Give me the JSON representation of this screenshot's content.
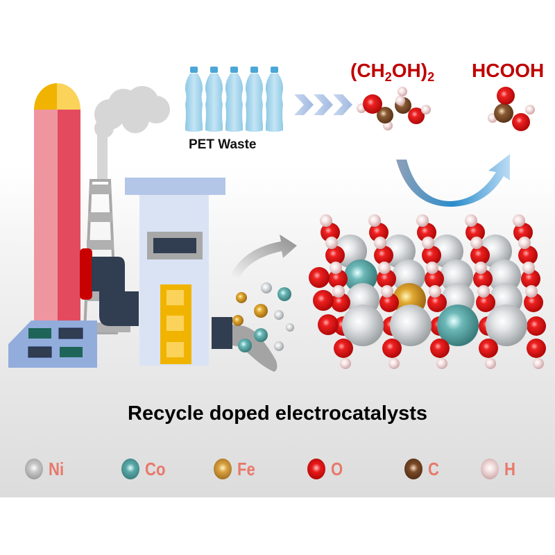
{
  "labels": {
    "pet_waste": "PET Waste",
    "ethylene_glycol_prefix": "(CH",
    "ethylene_glycol_sub1": "2",
    "ethylene_glycol_mid": "OH)",
    "ethylene_glycol_sub2": "2",
    "formic_acid": "HCOOH",
    "title": "Recycle doped electrocatalysts"
  },
  "legend": [
    {
      "symbol": "Ni",
      "color": "#b8b8b8"
    },
    {
      "symbol": "Co",
      "color": "#4fa3a3"
    },
    {
      "symbol": "Fe",
      "color": "#d39a3a"
    },
    {
      "symbol": "O",
      "color": "#e01818"
    },
    {
      "symbol": "C",
      "color": "#7a4a28"
    },
    {
      "symbol": "H",
      "color": "#f0d0d0"
    }
  ],
  "colors": {
    "label_red": "#c00000",
    "legend_text": "#e8786a",
    "arrow_blue": "#4aa0d8"
  }
}
